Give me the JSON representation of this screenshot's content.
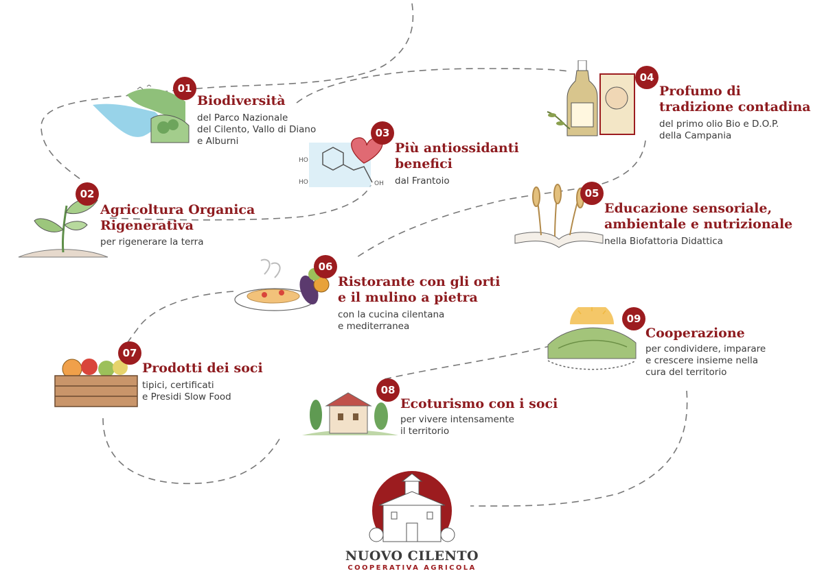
{
  "colors": {
    "accent": "#9c1c1f",
    "title": "#8e1b1f",
    "text": "#3a3a3a",
    "path": "#777777"
  },
  "steps": [
    {
      "num": "01",
      "title": [
        "Biodiversità"
      ],
      "desc": [
        "del Parco Nazionale",
        "del Cilento, Vallo di Diano",
        "e Alburni"
      ],
      "icon": "coastline-landscape-icon"
    },
    {
      "num": "02",
      "title": [
        "Agricoltura Organica",
        "Rigenerativa"
      ],
      "desc": [
        "per rigenerare la terra"
      ],
      "icon": "sprout-icon"
    },
    {
      "num": "03",
      "title": [
        "Più antiossidanti",
        "benefici"
      ],
      "desc": [
        "dal Frantoio"
      ],
      "icon": "heart-molecule-icon"
    },
    {
      "num": "04",
      "title": [
        "Profumo di",
        "tradizione contadina"
      ],
      "desc": [
        "del primo olio Bio e D.O.P.",
        "della Campania"
      ],
      "icon": "olive-oil-bottle-icon"
    },
    {
      "num": "05",
      "title": [
        "Educazione sensoriale,",
        "ambientale e nutrizionale"
      ],
      "desc": [
        "nella Biofattoria Didattica"
      ],
      "icon": "wheat-book-icon"
    },
    {
      "num": "06",
      "title": [
        "Ristorante con gli orti",
        "e il mulino a pietra"
      ],
      "desc": [
        "con la cucina cilentana",
        "e mediterranea"
      ],
      "icon": "pasta-plate-icon"
    },
    {
      "num": "07",
      "title": [
        "Prodotti dei soci"
      ],
      "desc": [
        "tipici, certificati",
        "e Presidi Slow Food"
      ],
      "icon": "produce-crate-icon"
    },
    {
      "num": "08",
      "title": [
        "Ecoturismo con i soci"
      ],
      "desc": [
        "per vivere intensamente",
        "il territorio"
      ],
      "icon": "farmhouse-icon"
    },
    {
      "num": "09",
      "title": [
        "Cooperazione"
      ],
      "desc": [
        "per condividere, imparare",
        "e crescere insieme nella",
        "cura del territorio"
      ],
      "icon": "sunrise-hill-people-icon"
    }
  ],
  "logo": {
    "name": "NUOVO CILENTO",
    "subtitle": "COOPERATIVA AGRICOLA",
    "icon": "farmhouse-logo-icon"
  }
}
